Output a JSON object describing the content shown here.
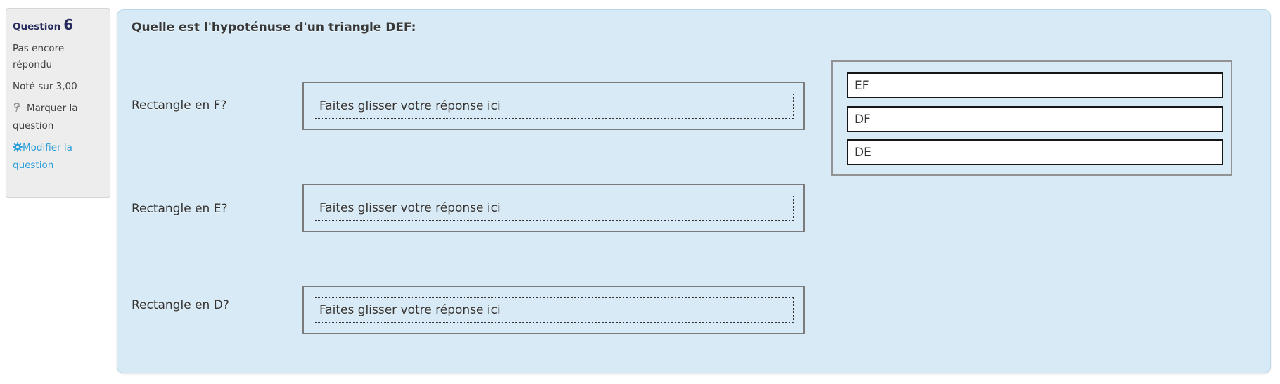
{
  "question_info": {
    "header_label": "Question",
    "number": "6",
    "status": "Pas encore répondu",
    "grade": "Noté sur 3,00",
    "flag_action": "Marquer la question",
    "edit_action": "Modifier la question",
    "icons": {
      "flag": "flag-outline",
      "gear": "gear"
    }
  },
  "question": {
    "prompt": "Quelle est l'hypoténuse d'un triangle DEF:",
    "drop_placeholder": "Faites glisser votre réponse ici",
    "rows": [
      {
        "label": "Rectangle en F?"
      },
      {
        "label": "Rectangle en E?"
      },
      {
        "label": "Rectangle en D?"
      }
    ],
    "choices": [
      "EF",
      "DF",
      "DE"
    ]
  },
  "colors": {
    "panel_background": "#d7eaf5",
    "sidebar_background": "#ededed",
    "link_blue": "#2e9fd8",
    "header_navy": "#272a5c",
    "dropzone_border": "#7b7b7b",
    "choice_border": "#161616"
  }
}
